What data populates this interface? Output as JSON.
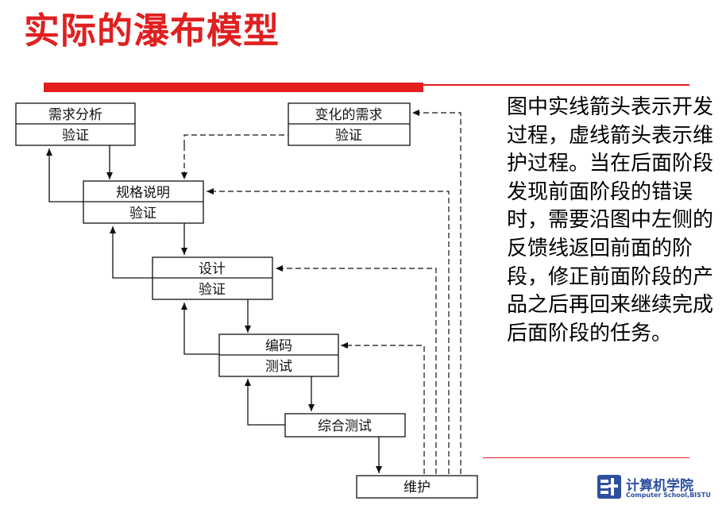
{
  "title": "实际的瀑布模型",
  "description": "图中实线箭头表示开发过程，虚线箭头表示维护过程。当在后面阶段发现前面阶段的错误时，需要沿图中左侧的反馈线返回前面的阶段，修正前面阶段的产品之后再回来继续完成后面阶段的任务。",
  "diagram": {
    "stages": [
      {
        "name": "需求分析",
        "verify": "验证"
      },
      {
        "name": "规格说明",
        "verify": "验证"
      },
      {
        "name": "设计",
        "verify": "验证"
      },
      {
        "name": "编码",
        "verify": "测试"
      },
      {
        "name": "综合测试"
      },
      {
        "name": "维护"
      }
    ],
    "changed_requirements": {
      "name": "变化的需求",
      "verify": "验证"
    }
  },
  "logo": {
    "name_cn": "计算机学院",
    "name_en": "Computer School,BISTU"
  },
  "colors": {
    "title": "#e02020",
    "accent_bar": "#e41e1e",
    "logo": "#2d4f9e"
  }
}
